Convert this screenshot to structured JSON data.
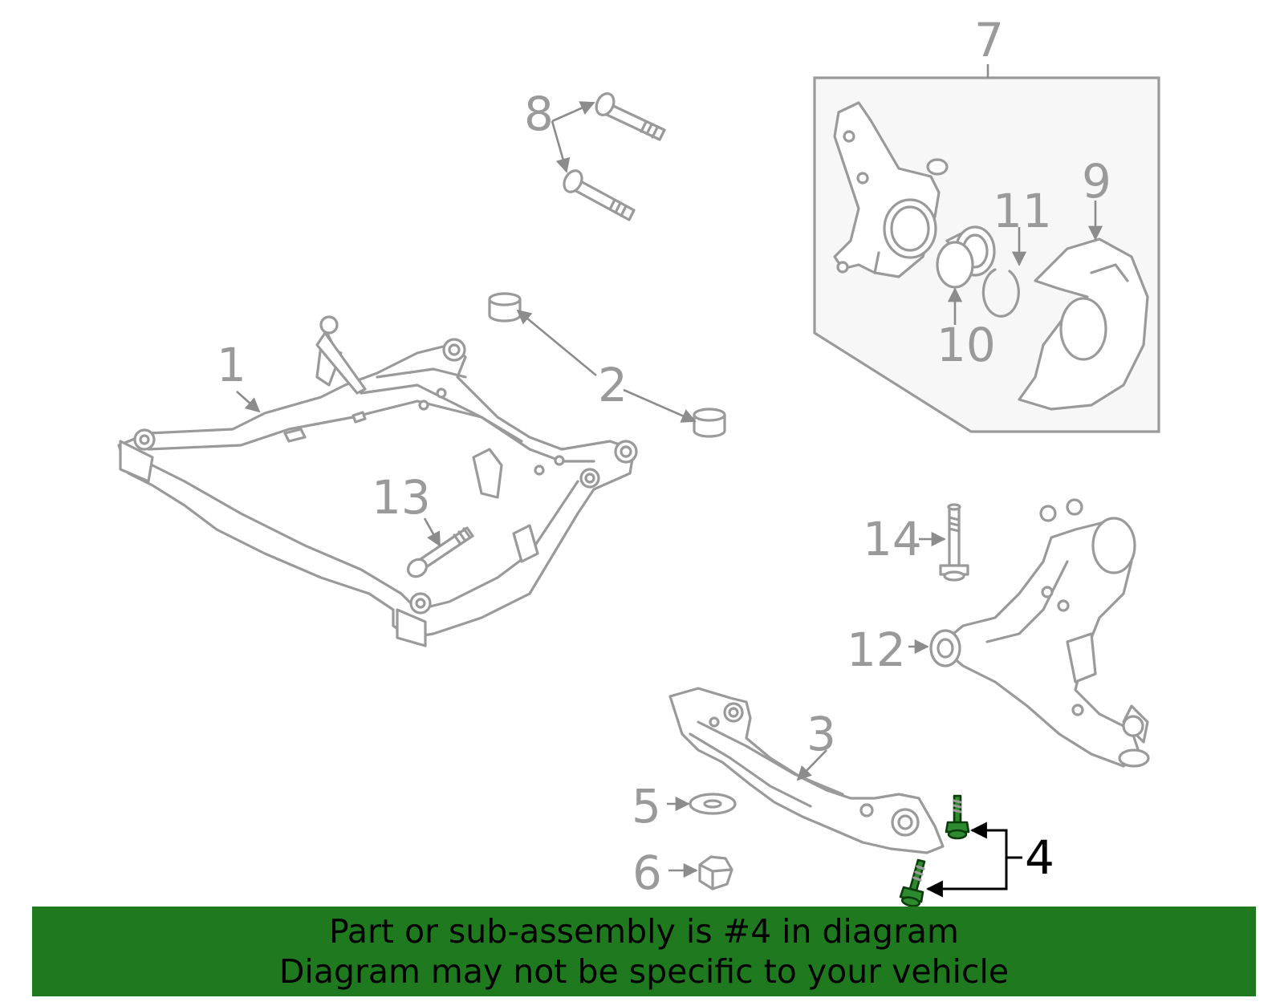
{
  "callouts": {
    "c1": "1",
    "c2": "2",
    "c3": "3",
    "c4": "4",
    "c5": "5",
    "c6": "6",
    "c7": "7",
    "c8": "8",
    "c9": "9",
    "c10": "10",
    "c11": "11",
    "c12": "12",
    "c13": "13",
    "c14": "14"
  },
  "banner": {
    "line1": "Part or sub-assembly is #4 in diagram",
    "line2": "Diagram may not be specific to your vehicle"
  },
  "colors": {
    "line_art": "#9a9a9a",
    "highlight_part": "#2e8a2e",
    "banner_background": "#1f7a1f",
    "highlight_text": "#000000"
  }
}
